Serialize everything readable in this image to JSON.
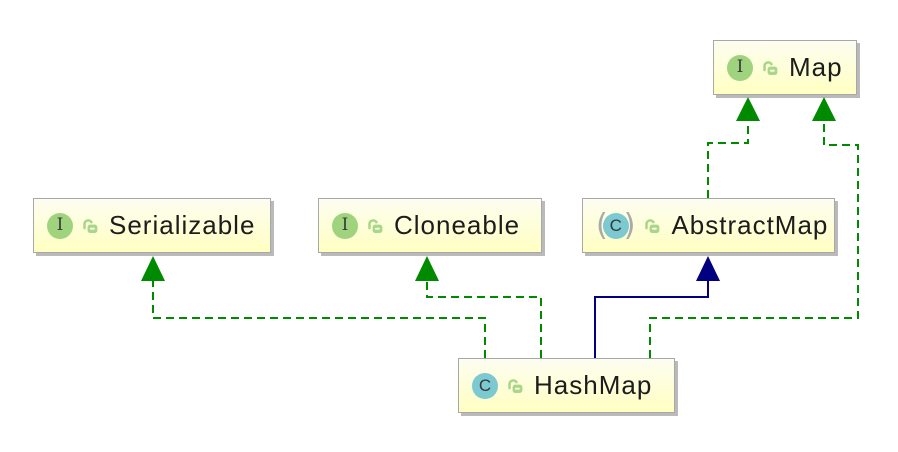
{
  "colors": {
    "implements": "#008a00",
    "extends": "#000080",
    "node_border": "#a8a8a8",
    "node_fill_top": "#fdfdf1",
    "node_fill_bottom": "#ffffc2",
    "interface_icon_bg": "#9fd37e",
    "class_icon_bg": "#7cc9d2",
    "lock_icon": "#a9d687"
  },
  "nodes": {
    "map": {
      "label": "Map",
      "kind": "interface",
      "kind_letter": "I",
      "visibility": "public"
    },
    "serializable": {
      "label": "Serializable",
      "kind": "interface",
      "kind_letter": "I",
      "visibility": "public"
    },
    "cloneable": {
      "label": "Cloneable",
      "kind": "interface",
      "kind_letter": "I",
      "visibility": "public"
    },
    "abstractmap": {
      "label": "AbstractMap",
      "kind": "abstract-class",
      "kind_letter": "C",
      "visibility": "public"
    },
    "hashmap": {
      "label": "HashMap",
      "kind": "class",
      "kind_letter": "C",
      "visibility": "public"
    }
  },
  "edges": [
    {
      "from": "HashMap",
      "to": "Serializable",
      "relationship": "implements",
      "line": "green-dashed"
    },
    {
      "from": "HashMap",
      "to": "Cloneable",
      "relationship": "implements",
      "line": "green-dashed"
    },
    {
      "from": "HashMap",
      "to": "AbstractMap",
      "relationship": "extends",
      "line": "navy-solid"
    },
    {
      "from": "HashMap",
      "to": "Map",
      "relationship": "implements",
      "line": "green-dashed"
    },
    {
      "from": "AbstractMap",
      "to": "Map",
      "relationship": "implements",
      "line": "green-dashed"
    }
  ]
}
